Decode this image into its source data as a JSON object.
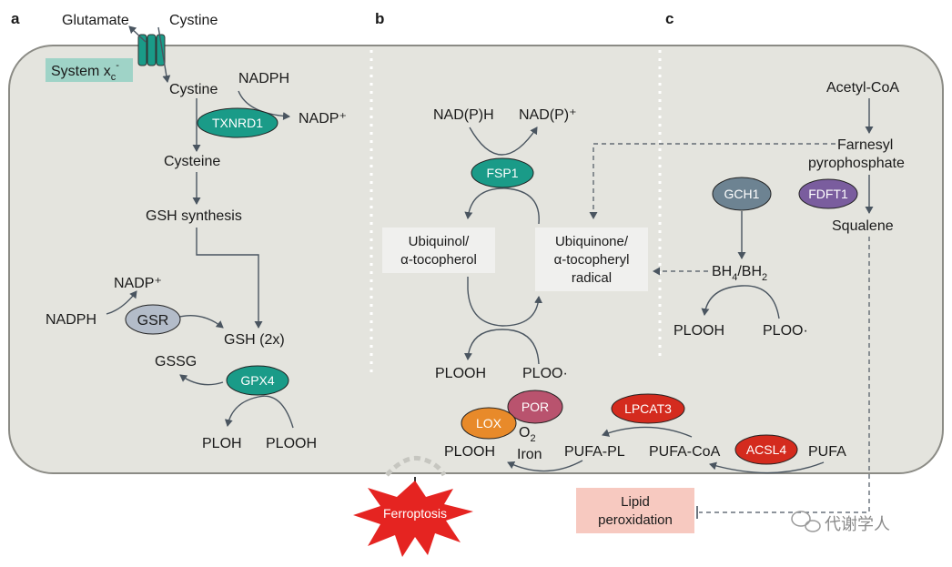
{
  "panels": {
    "a": "a",
    "b": "b",
    "c": "c"
  },
  "panel_a": {
    "glutamate": "Glutamate",
    "cystine_out": "Cystine",
    "system_xc_main": "System x",
    "system_xc_sub": "c",
    "system_xc_sup": "-",
    "cystine_in": "Cystine",
    "nadph_top": "NADPH",
    "txnrd1": "TXNRD1",
    "nadp_top": "NADP⁺",
    "cysteine": "Cysteine",
    "gsh_synthesis": "GSH synthesis",
    "nadp_left": "NADP⁺",
    "nadph_left": "NADPH",
    "gsr": "GSR",
    "gsh2x": "GSH (2x)",
    "gssg": "GSSG",
    "gpx4": "GPX4",
    "ploh": "PLOH",
    "plooh": "PLOOH"
  },
  "panel_b": {
    "nadph": "NAD(P)H",
    "nadp": "NAD(P)⁺",
    "fsp1": "FSP1",
    "ubiquinol_l1": "Ubiquinol/",
    "ubiquinol_l2": "α-tocopherol",
    "ubiquinone_l1": "Ubiquinone/",
    "ubiquinone_l2": "α-tocopheryl",
    "ubiquinone_l3": "radical",
    "plooh": "PLOOH",
    "ploo": "PLOO·"
  },
  "panel_c": {
    "acetyl_coa": "Acetyl-CoA",
    "farnesyl_l1": "Farnesyl",
    "farnesyl_l2": "pyrophosphate",
    "gch1": "GCH1",
    "fdft1": "FDFT1",
    "squalene": "Squalene",
    "bh_main1": "BH",
    "bh_sub1": "4",
    "bh_sep": "/BH",
    "bh_sub2": "2",
    "plooh": "PLOOH",
    "ploo": "PLOO·"
  },
  "bottom": {
    "por": "POR",
    "lpcat3": "LPCAT3",
    "lox": "LOX",
    "o2_main": "O",
    "o2_sub": "2",
    "iron": "Iron",
    "plooh": "PLOOH",
    "pufa_pl": "PUFA-PL",
    "pufa_coa": "PUFA-CoA",
    "acsl4": "ACSL4",
    "pufa": "PUFA",
    "ferroptosis": "Ferroptosis",
    "lipid_l1": "Lipid",
    "lipid_l2": "peroxidation"
  },
  "watermark": "代谢学人",
  "colors": {
    "cell_fill": "#e4e4de",
    "cell_stroke": "#8b8b85",
    "teal": "#1a9b88",
    "teal_light": "#9fd3c7",
    "gsr_gray": "#b3bcc9",
    "gch1_gray": "#6d8392",
    "fdft1_purple": "#7a5d9e",
    "por_pink": "#b9536e",
    "lpcat3_red": "#d42b1e",
    "lox_orange": "#e88a2a",
    "acsl4_red": "#d42b1e",
    "ferroptosis_red": "#e52421",
    "lipid_box": "#f7c9c0",
    "label_box": "#f0f0ee",
    "arrow": "#4a5560"
  }
}
